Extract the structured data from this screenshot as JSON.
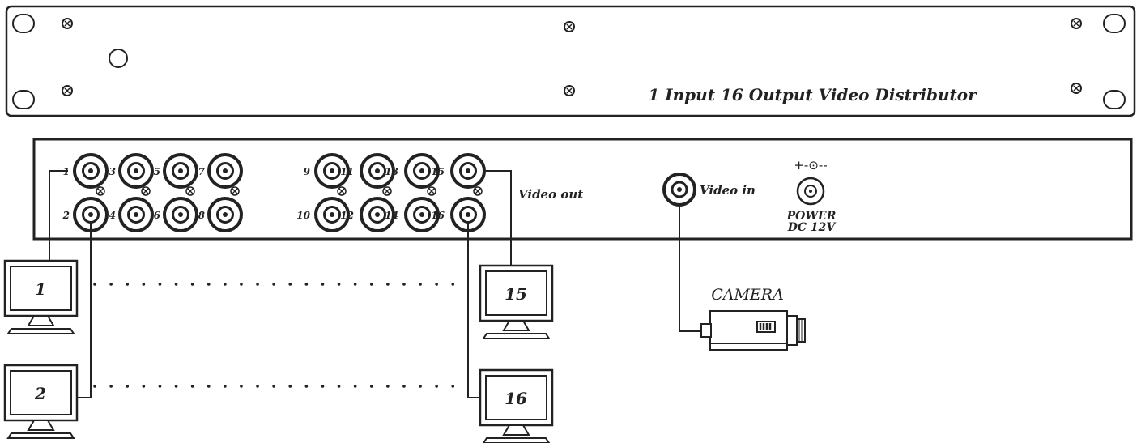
{
  "front_panel": {
    "title": "1 Input 16 Output Video Distributor"
  },
  "rear_panel": {
    "port_numbers": [
      "1",
      "2",
      "3",
      "4",
      "5",
      "6",
      "7",
      "8",
      "9",
      "10",
      "11",
      "12",
      "13",
      "14",
      "15",
      "16"
    ],
    "video_out_label": "Video out",
    "video_in_label": "Video in",
    "power_polarity": "+-⊙--",
    "power_label_1": "POWER",
    "power_label_2": "DC 12V"
  },
  "monitors": [
    "1",
    "15",
    "2",
    "16"
  ],
  "camera_label": "CAMERA",
  "colors": {
    "line": "#222222",
    "panel_fill": "#ffffff",
    "screen_fill": "#ffffff"
  }
}
